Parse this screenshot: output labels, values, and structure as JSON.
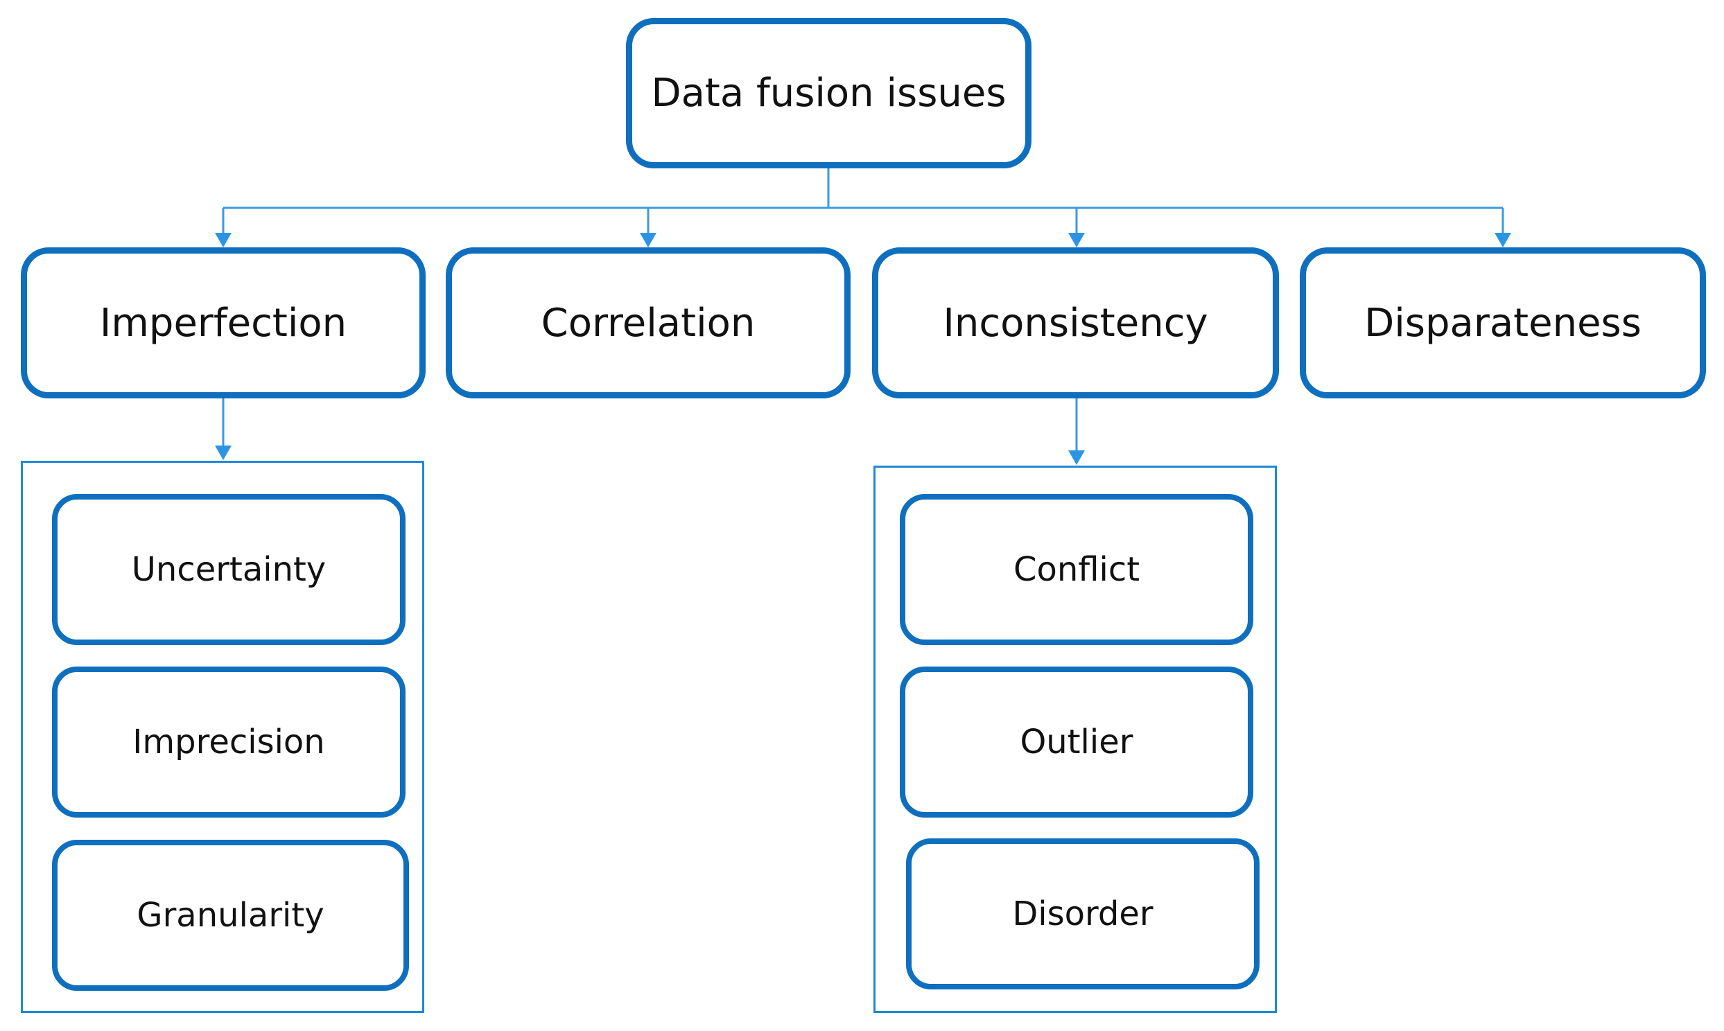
{
  "diagram": {
    "root": {
      "label": "Data fusion issues"
    },
    "categories": [
      {
        "label": "Imperfection"
      },
      {
        "label": "Correlation"
      },
      {
        "label": "Inconsistency"
      },
      {
        "label": "Disparateness"
      }
    ],
    "imperfection_group": {
      "items": [
        {
          "label": "Uncertainty"
        },
        {
          "label": "Imprecision"
        },
        {
          "label": "Granularity"
        }
      ]
    },
    "inconsistency_group": {
      "items": [
        {
          "label": "Conflict"
        },
        {
          "label": "Outlier"
        },
        {
          "label": "Disorder"
        }
      ]
    },
    "colors": {
      "box_border": "#0f6fbf",
      "connector": "#3a9ae0",
      "text": "#111111",
      "background": "#ffffff"
    }
  }
}
